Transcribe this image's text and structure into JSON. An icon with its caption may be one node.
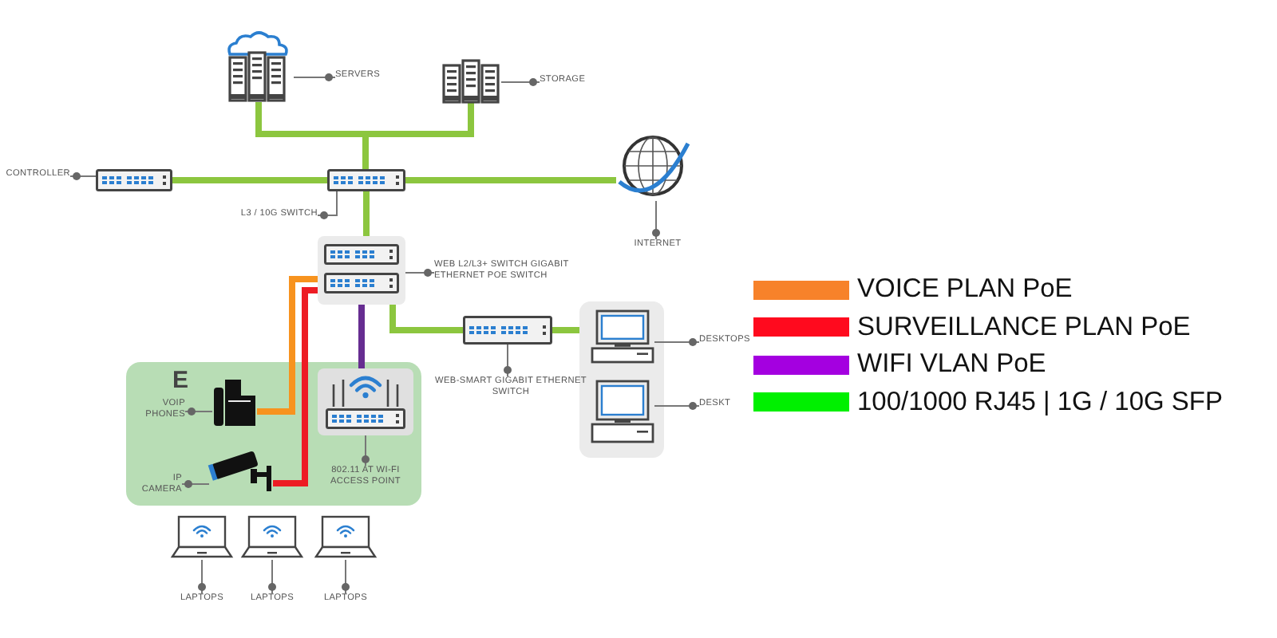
{
  "diagram": {
    "nodes": [
      {
        "text": [],
        "shape": "cloud"
      },
      {
        "text": [
          "SERVERS"
        ]
      },
      {
        "text": [],
        "shape": "server"
      },
      {
        "text": [
          "STORAGE"
        ]
      },
      {
        "text": [],
        "shape": "switch"
      },
      {
        "text": [
          "CONTROLLER"
        ]
      },
      {
        "text": [],
        "shape": "switch"
      },
      {
        "text": [
          "L3 / 10G SWITCH"
        ]
      },
      {
        "text": [],
        "shape": "globe"
      },
      {
        "text": [
          "INTERNET"
        ]
      },
      {
        "text": [],
        "shape": "stack"
      },
      {
        "text": [
          "WEB L2/L3+ SWITCH GIGABIT ETHERNET POE SWITCH"
        ]
      },
      {
        "text": [],
        "shape": "switch"
      },
      {
        "text": [
          "WEB-SMART GIGABIT ETHERNET SWITCH"
        ]
      },
      {
        "text": [],
        "shape": "box"
      },
      {
        "text": [],
        "shape": "computer",
        "in": 14
      },
      {
        "text": [],
        "shape": "computer",
        "in": 14
      },
      {
        "text": [
          "DESKTOPS"
        ]
      },
      {
        "text": [
          "DESKT"
        ]
      },
      {
        "text": [
          "E"
        ]
      },
      {
        "text": [],
        "shape": "phone",
        "in": 19
      },
      {
        "text": [
          "VOIP PHONES"
        ],
        "in": 19
      },
      {
        "text": [],
        "shape": "camera",
        "in": 19
      },
      {
        "text": [
          "IP CAMERA"
        ],
        "in": 19
      },
      {
        "text": [],
        "shape": "router",
        "in": 19
      },
      {
        "text": [
          "802.11 AT WI-FI ACCESS POINT"
        ],
        "in": 19
      },
      {
        "text": [],
        "shape": "laptop"
      },
      {
        "text": [],
        "shape": "laptop"
      },
      {
        "text": [],
        "shape": "laptop"
      },
      {
        "text": [
          "LAPTOPS"
        ]
      },
      {
        "text": [
          "LAPTOPS"
        ]
      },
      {
        "text": [
          "LAPTOPS"
        ]
      }
    ],
    "edges": [
      {
        "from": 0,
        "to": 6,
        "arrow": "none",
        "style": "thick",
        "color": "#8cc63f"
      },
      {
        "from": 2,
        "to": 6,
        "arrow": "none",
        "style": "thick",
        "color": "#8cc63f"
      },
      {
        "from": 4,
        "to": 6,
        "arrow": "none",
        "style": "thick",
        "color": "#8cc63f"
      },
      {
        "from": 6,
        "to": 8,
        "arrow": "none",
        "style": "thick",
        "color": "#8cc63f"
      },
      {
        "from": 6,
        "to": 10,
        "arrow": "none",
        "style": "thick",
        "color": "#8cc63f"
      },
      {
        "from": 10,
        "to": 12,
        "arrow": "none",
        "style": "thick",
        "color": "#8cc63f"
      },
      {
        "from": 12,
        "to": 14,
        "arrow": "none",
        "style": "thick",
        "color": "#8cc63f"
      },
      {
        "from": 10,
        "to": 20,
        "arrow": "none",
        "style": "thick",
        "color": "#f7931e"
      },
      {
        "from": 10,
        "to": 22,
        "arrow": "none",
        "style": "thick",
        "color": "#ed1c24"
      },
      {
        "from": 10,
        "to": 24,
        "arrow": "none",
        "style": "thick",
        "color": "#662d91"
      },
      {
        "from": 1,
        "to": 0,
        "arrow": "other"
      },
      {
        "from": 3,
        "to": 2,
        "arrow": "other"
      },
      {
        "from": 5,
        "to": 4,
        "arrow": "other"
      },
      {
        "from": 7,
        "to": 6,
        "arrow": "other"
      },
      {
        "from": 9,
        "to": 8,
        "arrow": "other"
      },
      {
        "from": 11,
        "to": 10,
        "arrow": "other"
      },
      {
        "from": 13,
        "to": 12,
        "arrow": "other"
      },
      {
        "from": 17,
        "to": 15,
        "arrow": "other"
      },
      {
        "from": 18,
        "to": 16,
        "arrow": "other"
      },
      {
        "from": 21,
        "to": 20,
        "arrow": "other"
      },
      {
        "from": 23,
        "to": 22,
        "arrow": "other"
      },
      {
        "from": 25,
        "to": 24,
        "arrow": "other"
      },
      {
        "from": 29,
        "to": 26,
        "arrow": "other"
      },
      {
        "from": 30,
        "to": 27,
        "arrow": "other"
      },
      {
        "from": 31,
        "to": 28,
        "arrow": "other"
      }
    ],
    "legend": [
      {
        "text": "VOICE PLAN PoE",
        "color": "#f7822a"
      },
      {
        "text": "SURVEILLANCE PLAN PoE",
        "color": "#ff0a1e"
      },
      {
        "text": "WIFI VLAN PoE",
        "color": "#a400e0"
      },
      {
        "text": "100/1000 RJ45 | 1G / 10G SFP",
        "color": "#00f000"
      }
    ]
  }
}
